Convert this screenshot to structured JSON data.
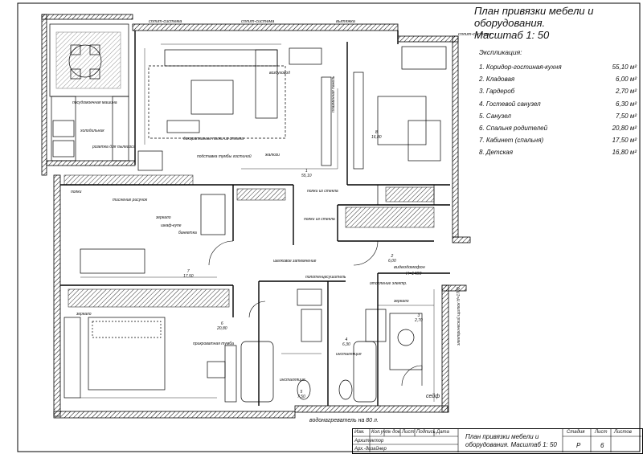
{
  "title": {
    "line1": "План привязки мебели и оборудования.",
    "line2": "Масштаб 1: 50"
  },
  "explication": {
    "heading": "Экспликация:",
    "rooms": [
      {
        "name": "1. Коридор-гостиная-кухня",
        "area": "55,10 м²"
      },
      {
        "name": "2. Кладовая",
        "area": "6,00 м²"
      },
      {
        "name": "3. Гардероб",
        "area": "2,70 м²"
      },
      {
        "name": "4. Гостевой санузел",
        "area": "6,30 м²"
      },
      {
        "name": "5. Санузел",
        "area": "7,50 м²"
      },
      {
        "name": "6. Спальня родителей",
        "area": "20,80 м²"
      },
      {
        "name": "7. Кабинет (спальня)",
        "area": "17,50 м²"
      },
      {
        "name": "8. Детская",
        "area": "16,80 м²"
      }
    ]
  },
  "stamp": {
    "headers": [
      "Изм.",
      "Кол.уч.",
      "№ док.",
      "Лист",
      "Подпись",
      "Дата"
    ],
    "roles": [
      "Архитектор",
      "Арх.-дизайнер"
    ],
    "sheet_title_1": "План привязки мебели и",
    "sheet_title_2": "оборудования. Масштаб 1: 50",
    "stage_label": "Стадия",
    "sheet_label": "Лист",
    "sheets_label": "Листов",
    "stage_value": "Р",
    "sheet_value": "6"
  },
  "annotations": {
    "split1": "сплит-система",
    "split2": "сплит-система",
    "vent": "вытяжка",
    "split3": "сплит-система",
    "dishwasher": "посудомоечная машина",
    "fridge": "холодильник",
    "vacuum": "розетка для пылесоса",
    "shelves": "декоративные полки из стекла",
    "stands": "подставка тумбы гостиной",
    "airduct": "воздуховод",
    "blinds": "жалюзи",
    "plasma": "плазменная панель",
    "glass_shelves1": "полки из стекла",
    "glass_shelves2": "полки из стекла",
    "curtain": "шелковое затемнение",
    "mirror1": "зеркало",
    "mirror2": "зеркало",
    "mirror3": "зеркало",
    "intercom": "видеодомофон",
    "intercom_h": "H=1400",
    "heater": "водонагреватель на 80 л.",
    "safe": "сейф",
    "panel": "электрический щиток H=1700",
    "install1": "инсталляция",
    "install2": "инсталляция",
    "towel": "полотенцесушитель",
    "poles": "полки",
    "wardrobe": "шкаф-купе",
    "drawing": "тиснение рисунок",
    "bench": "банкетка",
    "bedside": "прикроватная тумба",
    "heating": "отопление электр."
  },
  "room_tags": [
    {
      "num": "1",
      "area": "55,10"
    },
    {
      "num": "2",
      "area": "6,00"
    },
    {
      "num": "3",
      "area": "2,70"
    },
    {
      "num": "4",
      "area": "6,30"
    },
    {
      "num": "5",
      "area": "7,50"
    },
    {
      "num": "6",
      "area": "20,80"
    },
    {
      "num": "7",
      "area": "17,50"
    },
    {
      "num": "8",
      "area": "16,80"
    }
  ]
}
